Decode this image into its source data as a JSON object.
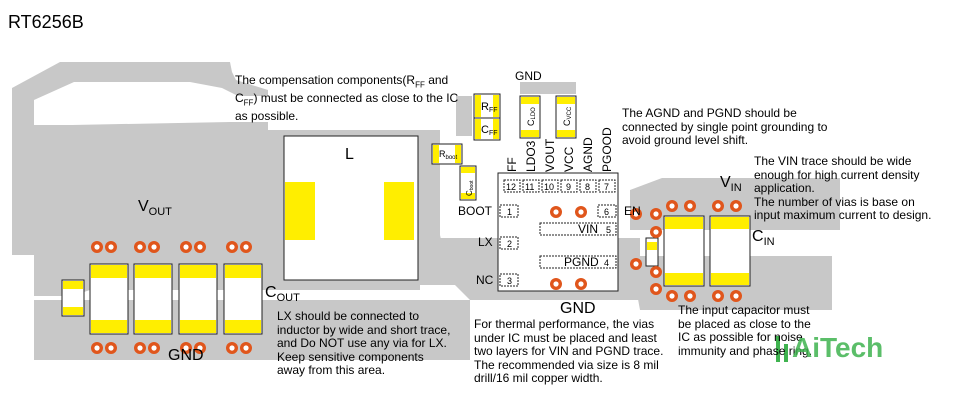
{
  "title": "RT6256B",
  "labels": {
    "vout": "V",
    "vout_sub": "OUT",
    "cout": "C",
    "cout_sub": "OUT",
    "gnd_left": "GND",
    "gnd_mid": "GND",
    "gnd_top": "GND",
    "inductor": "L",
    "vin": "V",
    "vin_sub": "IN",
    "cin": "C",
    "cin_sub": "IN",
    "rff": "R",
    "rff_sub": "FF",
    "cff": "C",
    "cff_sub": "FF",
    "rboot": "R",
    "rboot_sub": "boot",
    "cboot": "C",
    "cboot_sub": "boot",
    "cldo": "C",
    "cldo_sub": "LDO",
    "cvcc": "C",
    "cvcc_sub": "VCC"
  },
  "pins": {
    "top": [
      {
        "num": "12",
        "name": "FF"
      },
      {
        "num": "11",
        "name": "LDO3"
      },
      {
        "num": "10",
        "name": "VOUT"
      },
      {
        "num": "9",
        "name": "VCC"
      },
      {
        "num": "8",
        "name": "AGND"
      },
      {
        "num": "7",
        "name": "PGOOD"
      }
    ],
    "left": [
      {
        "num": "1",
        "name": "BOOT"
      },
      {
        "num": "2",
        "name": "LX"
      },
      {
        "num": "3",
        "name": "NC"
      }
    ],
    "right": [
      {
        "num": "6",
        "name": "EN"
      }
    ],
    "pads": [
      {
        "num": "5",
        "name": "VIN"
      },
      {
        "num": "4",
        "name": "PGND"
      }
    ]
  },
  "notes": {
    "compensation_1": "The compensation components(R",
    "compensation_ff1": "FF",
    "compensation_2": " and",
    "compensation_3": "C",
    "compensation_ff2": "FF",
    "compensation_4": ") must be connected as close to the IC",
    "compensation_5": "as possible.",
    "agnd": "The AGND and PGND should be\nconnected by single point grounding to\navoid ground level shift.",
    "vin_trace": "The VIN trace should be wide\nenough for high current density\napplication.\nThe number of vias is base on\ninput maximum current to design.",
    "lx": "LX should be connected to\ninductor by wide and short trace,\nand Do NOT use any via for LX.\nKeep sensitive components\naway from this area.",
    "thermal": "For thermal performance, the vias\nunder IC must be placed and least\ntwo layers for VIN and PGND trace.\nThe recommended via size is 8 mil\ndrill/16 mil copper width.",
    "input_cap": "The input capacitor must\nbe placed as close to the\nIC as possible for noise\nimmunity and phase ring."
  },
  "watermark": "AiTech",
  "colors": {
    "copper": "#c8c8c8",
    "pad": "#ffee00",
    "via_ring": "#e0561c"
  }
}
